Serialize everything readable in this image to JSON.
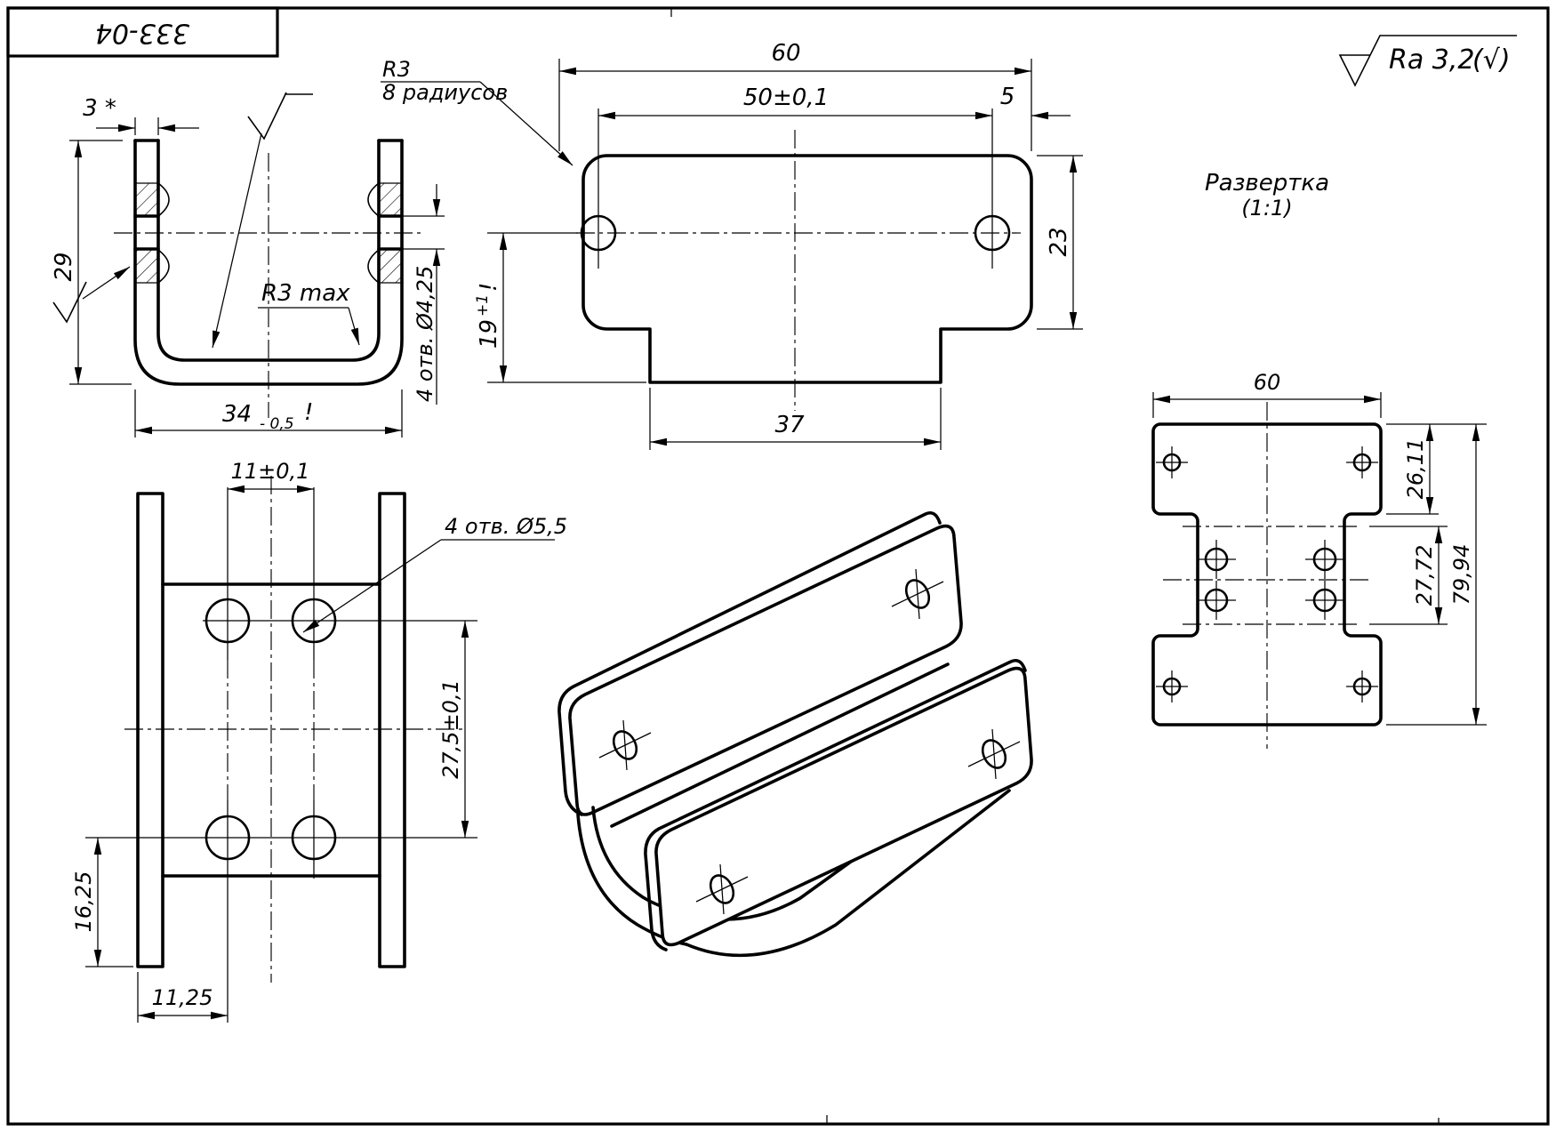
{
  "page": {
    "background": "#ffffff",
    "ink": "#000000"
  },
  "stamp": {
    "part_number": "333-04"
  },
  "finish": {
    "ra_label": "Ra 3,2",
    "default_mark": "(√)"
  },
  "labels": {
    "flat_title": "Развертка",
    "flat_scale": "(1:1)",
    "radius_note_line1": "R3",
    "radius_note_line2": "8 радиусов",
    "inner_radius": "R3 max",
    "holes_section": "4 отв. Ø4,25",
    "holes_front": "4 отв. Ø5,5"
  },
  "dims": {
    "section": {
      "thickness": "3 *",
      "height": "29",
      "width_main": "34",
      "width_tol": "- 0,5",
      "width_mark": "!"
    },
    "top": {
      "width": "60",
      "hole_span": "50±0,1",
      "edge_offset": "5",
      "height": "23",
      "tab_main": "19",
      "tab_sup": "+1",
      "tab_mark": "!",
      "tab_width": "37"
    },
    "front": {
      "hole_cols": "11±0,1",
      "hole_rows": "27,5±0,1",
      "bottom_offset": "16,25",
      "left_offset": "11,25"
    },
    "flat": {
      "width": "60",
      "top_height": "26,11",
      "mid_height": "27,72",
      "total_height": "79,94"
    }
  }
}
